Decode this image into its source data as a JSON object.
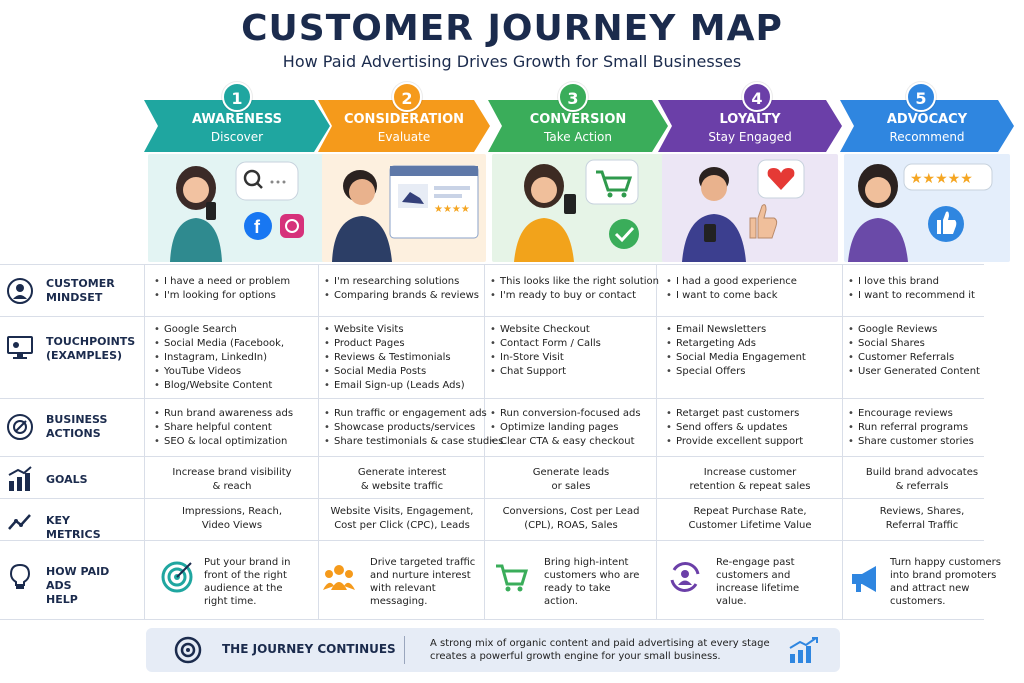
{
  "header": {
    "title": "CUSTOMER JOURNEY MAP",
    "subtitle": "How Paid Advertising Drives Growth for Small Businesses"
  },
  "colors": {
    "awareness": "#1fa6a0",
    "consideration": "#f59a1b",
    "conversion": "#3aad5a",
    "loyalty": "#6b3fa8",
    "advocacy": "#2f86e0",
    "navy": "#1b2b4d"
  },
  "stages": [
    {
      "num": "1",
      "title": "AWARENESS",
      "sub": "Discover",
      "icons": [
        "search-bubble-icon",
        "facebook-icon",
        "instagram-icon"
      ]
    },
    {
      "num": "2",
      "title": "CONSIDERATION",
      "sub": "Evaluate",
      "icons": [
        "product-page-icon",
        "star-rating-icon"
      ]
    },
    {
      "num": "3",
      "title": "CONVERSION",
      "sub": "Take Action",
      "icons": [
        "cart-bubble-icon",
        "checkmark-icon"
      ]
    },
    {
      "num": "4",
      "title": "LOYALTY",
      "sub": "Stay Engaged",
      "icons": [
        "heart-bubble-icon",
        "thumbs-up-icon"
      ]
    },
    {
      "num": "5",
      "title": "ADVOCACY",
      "sub": "Recommend",
      "icons": [
        "five-stars-icon",
        "like-icon"
      ]
    }
  ],
  "rows": [
    {
      "label": [
        "CUSTOMER",
        "MINDSET"
      ],
      "icon": "person-icon",
      "cells": [
        [
          "I have a need or problem",
          "I'm looking for options"
        ],
        [
          "I'm researching solutions",
          "Comparing brands & reviews"
        ],
        [
          "This looks like the right solution",
          "I'm ready to buy or contact"
        ],
        [
          "I had a good experience",
          "I want to come back"
        ],
        [
          "I love this brand",
          "I want to recommend it"
        ]
      ]
    },
    {
      "label": [
        "TOUCHPOINTS",
        "(EXAMPLES)"
      ],
      "icon": "monitor-icon",
      "cells": [
        [
          "Google Search",
          "Social Media (Facebook,",
          "Instagram, LinkedIn)",
          "YouTube Videos",
          "Blog/Website Content"
        ],
        [
          "Website Visits",
          "Product Pages",
          "Reviews & Testimonials",
          "Social Media Posts",
          "Email Sign-up (Leads Ads)"
        ],
        [
          "Website Checkout",
          "Contact Form / Calls",
          "In-Store Visit",
          "Chat Support"
        ],
        [
          "Email Newsletters",
          "Retargeting Ads",
          "Social Media Engagement",
          "Special Offers"
        ],
        [
          "Google Reviews",
          "Social Shares",
          "Customer Referrals",
          "User Generated Content"
        ]
      ]
    },
    {
      "label": [
        "BUSINESS",
        "ACTIONS"
      ],
      "icon": "compass-icon",
      "cells": [
        [
          "Run brand awareness ads",
          "Share helpful content",
          "SEO & local optimization"
        ],
        [
          "Run traffic or engagement ads",
          "Showcase products/services",
          "Share testimonials & case studies"
        ],
        [
          "Run conversion-focused ads",
          "Optimize landing pages",
          "Clear CTA & easy checkout"
        ],
        [
          "Retarget past customers",
          "Send offers & updates",
          "Provide excellent support"
        ],
        [
          "Encourage reviews",
          "Run referral programs",
          "Share customer stories"
        ]
      ]
    },
    {
      "label": [
        "GOALS"
      ],
      "icon": "bar-chart-icon",
      "cells": [
        [
          "Increase brand visibility",
          "& reach"
        ],
        [
          "Generate interest",
          "& website traffic"
        ],
        [
          "Generate leads",
          "or sales"
        ],
        [
          "Increase customer",
          "retention & repeat sales"
        ],
        [
          "Build brand advocates",
          "& referrals"
        ]
      ]
    },
    {
      "label": [
        "KEY METRICS"
      ],
      "icon": "trend-line-icon",
      "cells": [
        [
          "Impressions, Reach,",
          "Video Views"
        ],
        [
          "Website Visits, Engagement,",
          "Cost per Click (CPC), Leads"
        ],
        [
          "Conversions, Cost per Lead",
          "(CPL), ROAS, Sales"
        ],
        [
          "Repeat Purchase Rate,",
          "Customer Lifetime Value"
        ],
        [
          "Reviews, Shares,",
          "Referral Traffic"
        ]
      ]
    },
    {
      "label": [
        "HOW PAID ADS",
        "HELP"
      ],
      "icon": "lightbulb-icon",
      "cells": [
        {
          "icon": "target-icon",
          "text": [
            "Put your brand in",
            "front of the right",
            "audience at the",
            "right time."
          ]
        },
        {
          "icon": "people-group-icon",
          "text": [
            "Drive targeted traffic",
            "and nurture interest",
            "with relevant",
            "messaging."
          ]
        },
        {
          "icon": "shopping-cart-icon",
          "text": [
            "Bring high-intent",
            "customers who are",
            "ready to take",
            "action."
          ]
        },
        {
          "icon": "refresh-person-icon",
          "text": [
            "Re-engage past",
            "customers and",
            "increase lifetime",
            "value."
          ]
        },
        {
          "icon": "megaphone-icon",
          "text": [
            "Turn happy customers",
            "into brand promoters",
            "and attract new",
            "customers."
          ]
        }
      ]
    }
  ],
  "footer": {
    "title": "THE JOURNEY CONTINUES",
    "text": "A strong mix of organic content and paid advertising at every stage creates a powerful growth engine for your small business.",
    "icon_left": "cycle-target-icon",
    "icon_right": "growth-chart-icon"
  }
}
